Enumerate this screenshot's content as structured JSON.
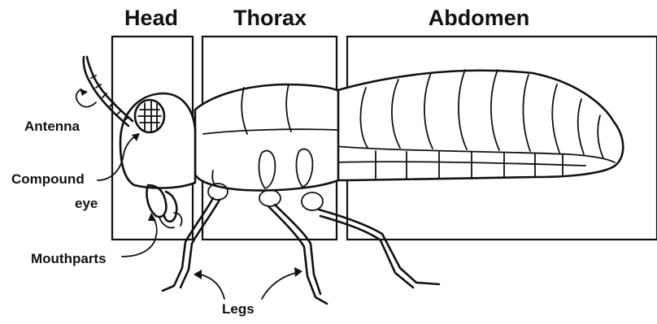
{
  "sections": {
    "head": "Head",
    "thorax": "Thorax",
    "abdomen": "Abdomen"
  },
  "labels": {
    "antenna": "Antenna",
    "compound_eye_line1": "Compound",
    "compound_eye_line2": "eye",
    "mouthparts": "Mouthparts",
    "legs": "Legs"
  }
}
